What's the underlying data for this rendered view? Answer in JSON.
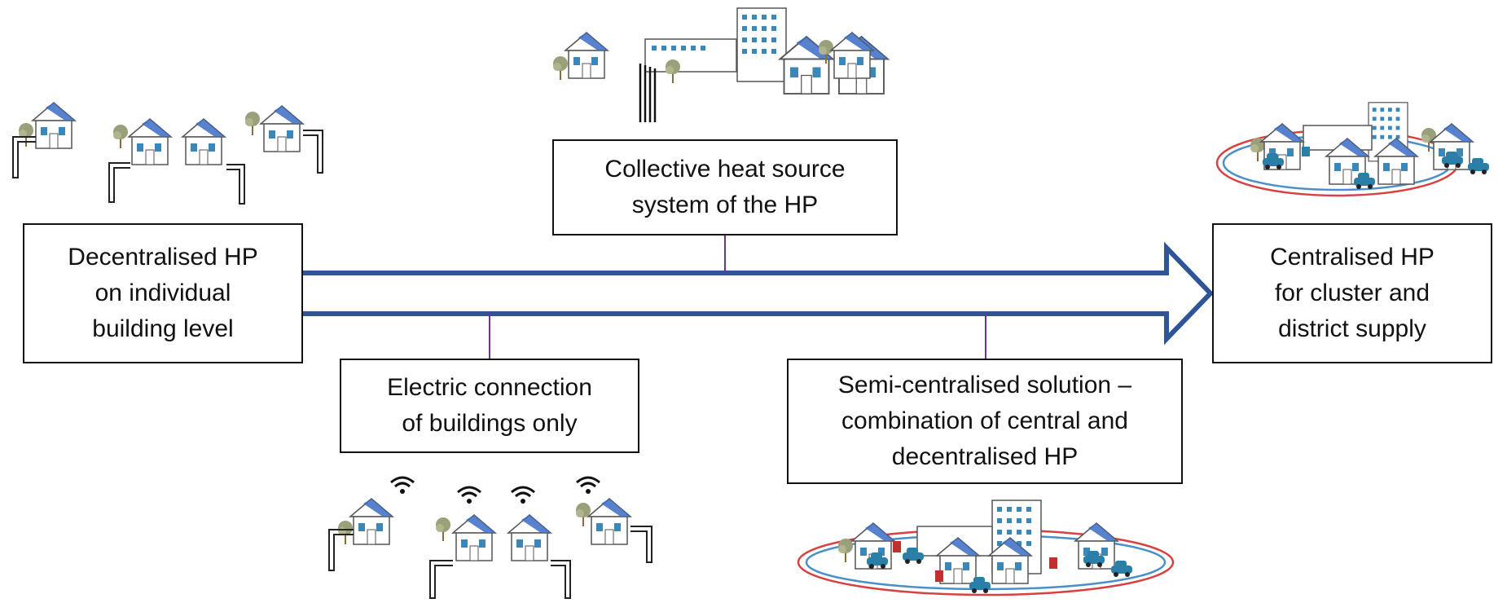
{
  "nodes": {
    "decentralised": [
      "Decentralised HP",
      "on individual",
      "building level"
    ],
    "collective": [
      "Collective heat source",
      "system of the HP"
    ],
    "electric": [
      "Electric connection",
      "of buildings only"
    ],
    "semi": [
      "Semi-centralised solution –",
      "combination of central and",
      "decentralised HP"
    ],
    "centralised": [
      "Centralised HP",
      "for cluster and",
      "district supply"
    ]
  },
  "colors": {
    "arrow": "#2f5597",
    "connector": "#7030a0",
    "roof_panel": "#3b6cc4",
    "window": "#3a87b8",
    "ring_red": "#d94040",
    "ring_blue": "#4a90c8",
    "car": "#2a7fa8"
  },
  "illustrations": {
    "top_left": "houses-with-ground-loops-icon",
    "top_center": "cluster-with-collective-heat-source-icon",
    "bottom_left": "houses-with-wireless-signal-icon",
    "bottom_right": "district-ring-with-cars-icon",
    "top_right": "district-ring-with-cars-icon"
  }
}
